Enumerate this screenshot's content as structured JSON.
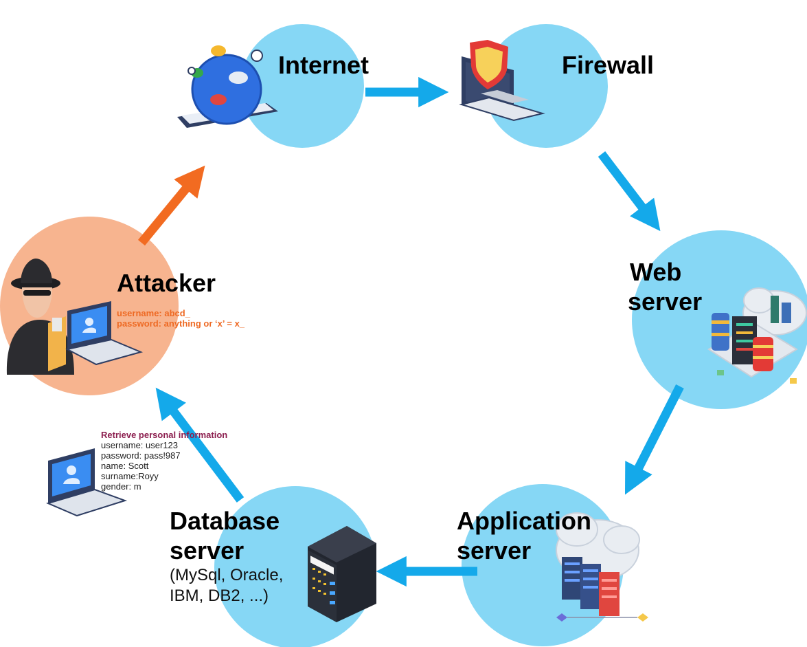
{
  "nodes": {
    "internet": {
      "label": "Internet"
    },
    "firewall": {
      "label": "Firewall"
    },
    "web_server": {
      "label_line1": "Web",
      "label_line2": "server"
    },
    "application_server": {
      "label_line1": "Application",
      "label_line2": "server"
    },
    "database_server": {
      "label_line1": "Database",
      "label_line2": "server",
      "detail_line1": "(MySql, Oracle,",
      "detail_line2": "IBM, DB2, ...)"
    },
    "attacker": {
      "label": "Attacker",
      "credentials": {
        "username": "username: abcd_",
        "password": "password: anything or ‘x’  = x_"
      }
    }
  },
  "retrieved_info": {
    "title": "Retrieve personal information",
    "lines": [
      "username: user123",
      "password: pass!987",
      "name: Scott",
      "surname:Royy",
      "gender: m"
    ]
  },
  "colors": {
    "node_fill": "#86d7f5",
    "attacker_fill": "#f7b48f",
    "flow_arrow": "#14a9ea",
    "attack_arrow": "#f26b21",
    "credentials_text": "#ee6a24",
    "retrieved_title": "#8c1f4f"
  },
  "icons": {
    "internet": "globe-chat-icon",
    "firewall": "laptop-shield-icon",
    "web_server": "server-cloud-icon",
    "application_server": "server-cloud-icon",
    "database_server": "server-tower-icon",
    "attacker": "hacker-laptop-icon",
    "victim": "laptop-user-icon"
  }
}
